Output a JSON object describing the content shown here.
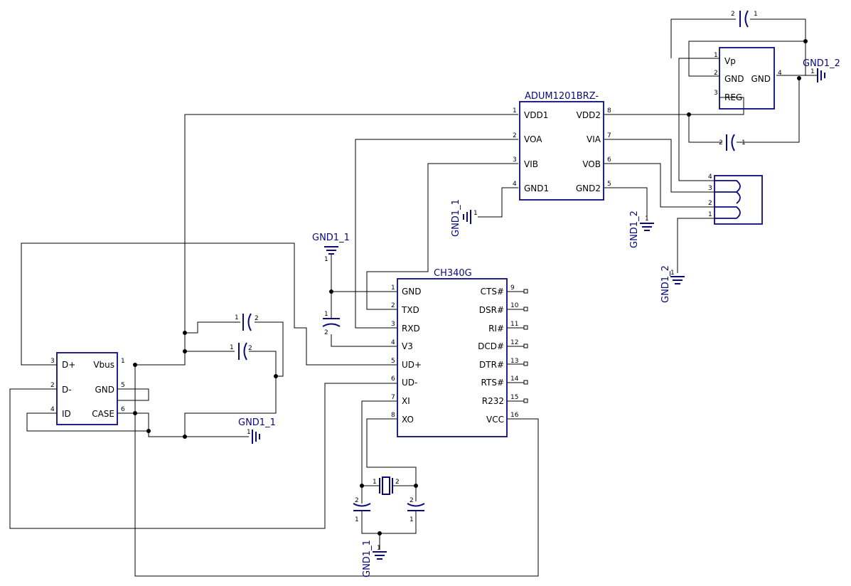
{
  "u_isolator": {
    "ref": "ADUM1201BRZ-",
    "pins_left": [
      {
        "num": "1",
        "name": "VDD1"
      },
      {
        "num": "2",
        "name": "VOA"
      },
      {
        "num": "3",
        "name": "VIB"
      },
      {
        "num": "4",
        "name": "GND1"
      }
    ],
    "pins_right": [
      {
        "num": "8",
        "name": "VDD2"
      },
      {
        "num": "7",
        "name": "VIA"
      },
      {
        "num": "6",
        "name": "VOB"
      },
      {
        "num": "5",
        "name": "GND2"
      }
    ]
  },
  "u_ch340": {
    "ref": "CH340G",
    "pins_left": [
      {
        "num": "1",
        "name": "GND"
      },
      {
        "num": "2",
        "name": "TXD"
      },
      {
        "num": "3",
        "name": "RXD"
      },
      {
        "num": "4",
        "name": "V3"
      },
      {
        "num": "5",
        "name": "UD+"
      },
      {
        "num": "6",
        "name": "UD-"
      },
      {
        "num": "7",
        "name": "XI"
      },
      {
        "num": "8",
        "name": "XO"
      }
    ],
    "pins_right": [
      {
        "num": "9",
        "name": "CTS#"
      },
      {
        "num": "10",
        "name": "DSR#"
      },
      {
        "num": "11",
        "name": "RI#"
      },
      {
        "num": "12",
        "name": "DCD#"
      },
      {
        "num": "13",
        "name": "DTR#"
      },
      {
        "num": "14",
        "name": "RTS#"
      },
      {
        "num": "15",
        "name": "R232"
      },
      {
        "num": "16",
        "name": "VCC"
      }
    ]
  },
  "u_usb": {
    "pins_left": [
      {
        "num": "3",
        "name": "D+"
      },
      {
        "num": "2",
        "name": "D-"
      },
      {
        "num": "4",
        "name": "ID"
      }
    ],
    "pins_right": [
      {
        "num": "1",
        "name": "Vbus"
      },
      {
        "num": "5",
        "name": "GND"
      },
      {
        "num": "6",
        "name": "CASE"
      }
    ]
  },
  "u_reg": {
    "pins_left": [
      {
        "num": "1",
        "name": "Vp"
      },
      {
        "num": "2",
        "name": "GND"
      },
      {
        "num": "3",
        "name": "REG"
      }
    ],
    "pins_right": [
      {
        "num": "4",
        "name": "GND"
      }
    ]
  },
  "connector": {
    "pins": [
      "4",
      "3",
      "2",
      "1"
    ]
  },
  "capacitors": [
    {
      "id": "c_reg_top",
      "pin_a": "2",
      "pin_b": "1"
    },
    {
      "id": "c_reg_bottom",
      "pin_a": "2",
      "pin_b": "1"
    },
    {
      "id": "c_v3",
      "pin_a": "1",
      "pin_b": "2"
    },
    {
      "id": "c_usb_a",
      "pin_a": "1",
      "pin_b": "2"
    },
    {
      "id": "c_usb_b",
      "pin_a": "1",
      "pin_b": "2"
    },
    {
      "id": "c_xtal_left",
      "pin_a": "2",
      "pin_b": "1"
    },
    {
      "id": "c_xtal_right",
      "pin_a": "2",
      "pin_b": "1"
    }
  ],
  "crystal": {
    "pin_a": "1",
    "pin_b": "2"
  },
  "grounds": [
    {
      "id": "gnd_reg",
      "label": "GND1_2",
      "pin": "1"
    },
    {
      "id": "gnd_iso_left",
      "label": "GND1_1",
      "pin": "1"
    },
    {
      "id": "gnd_iso_right",
      "label": "GND1_2",
      "pin": "1"
    },
    {
      "id": "gnd_conn",
      "label": "GND1_2",
      "pin": "1"
    },
    {
      "id": "gnd_ch340",
      "label": "GND1_1",
      "pin": "1"
    },
    {
      "id": "gnd_usb",
      "label": "GND1_1",
      "pin": "1"
    },
    {
      "id": "gnd_xtal",
      "label": "GND1_1",
      "pin": "1"
    }
  ]
}
